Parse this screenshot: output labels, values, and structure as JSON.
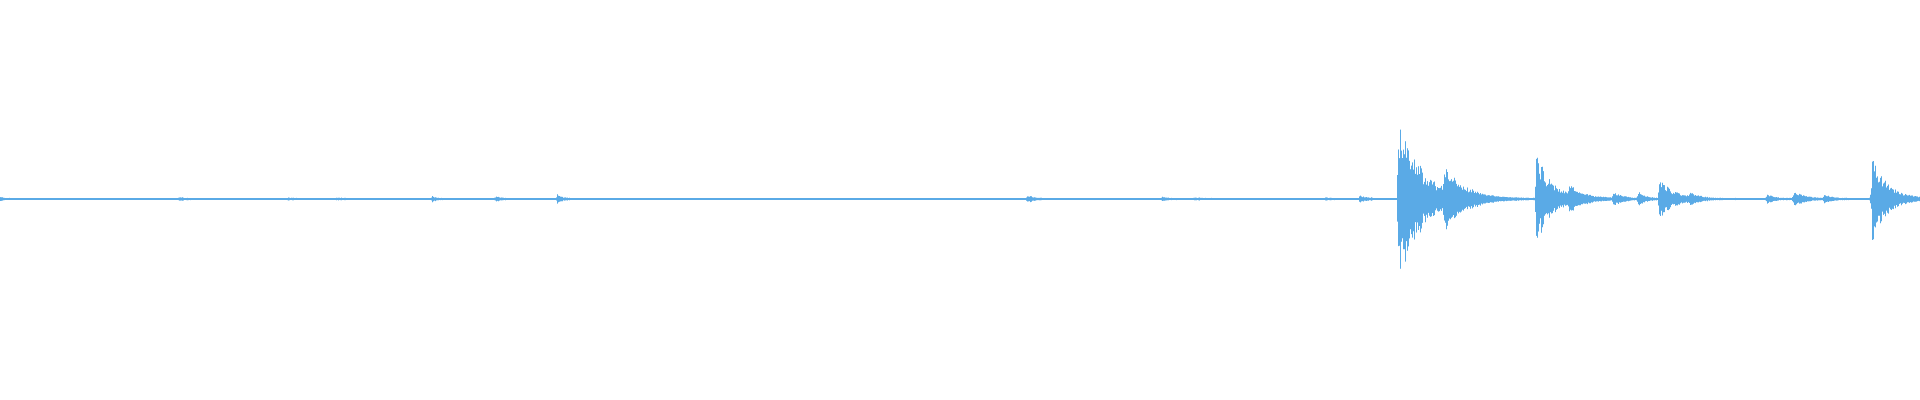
{
  "waveform": {
    "color": "#5aaae6",
    "baseline_amplitude": 0.008,
    "events": [
      {
        "t": 0.0,
        "amp": 0.02,
        "decay": 0.002
      },
      {
        "t": 0.093,
        "amp": 0.02,
        "decay": 0.004
      },
      {
        "t": 0.15,
        "amp": 0.012,
        "decay": 0.004
      },
      {
        "t": 0.175,
        "amp": 0.012,
        "decay": 0.004
      },
      {
        "t": 0.225,
        "amp": 0.04,
        "decay": 0.002
      },
      {
        "t": 0.258,
        "amp": 0.025,
        "decay": 0.003
      },
      {
        "t": 0.29,
        "amp": 0.05,
        "decay": 0.003
      },
      {
        "t": 0.535,
        "amp": 0.045,
        "decay": 0.003
      },
      {
        "t": 0.605,
        "amp": 0.02,
        "decay": 0.004
      },
      {
        "t": 0.622,
        "amp": 0.015,
        "decay": 0.004
      },
      {
        "t": 0.69,
        "amp": 0.012,
        "decay": 0.004
      },
      {
        "t": 0.708,
        "amp": 0.04,
        "decay": 0.004
      },
      {
        "t": 0.728,
        "amp": 1.0,
        "decay": 0.012
      },
      {
        "t": 0.752,
        "amp": 0.3,
        "decay": 0.01
      },
      {
        "t": 0.8,
        "amp": 0.55,
        "decay": 0.008
      },
      {
        "t": 0.817,
        "amp": 0.12,
        "decay": 0.008
      },
      {
        "t": 0.84,
        "amp": 0.08,
        "decay": 0.005
      },
      {
        "t": 0.853,
        "amp": 0.08,
        "decay": 0.004
      },
      {
        "t": 0.864,
        "amp": 0.24,
        "decay": 0.008
      },
      {
        "t": 0.88,
        "amp": 0.06,
        "decay": 0.004
      },
      {
        "t": 0.92,
        "amp": 0.06,
        "decay": 0.004
      },
      {
        "t": 0.934,
        "amp": 0.09,
        "decay": 0.006
      },
      {
        "t": 0.95,
        "amp": 0.05,
        "decay": 0.004
      },
      {
        "t": 0.974,
        "amp": 0.05,
        "decay": 0.004
      },
      {
        "t": 0.975,
        "amp": 0.48,
        "decay": 0.008
      }
    ]
  }
}
